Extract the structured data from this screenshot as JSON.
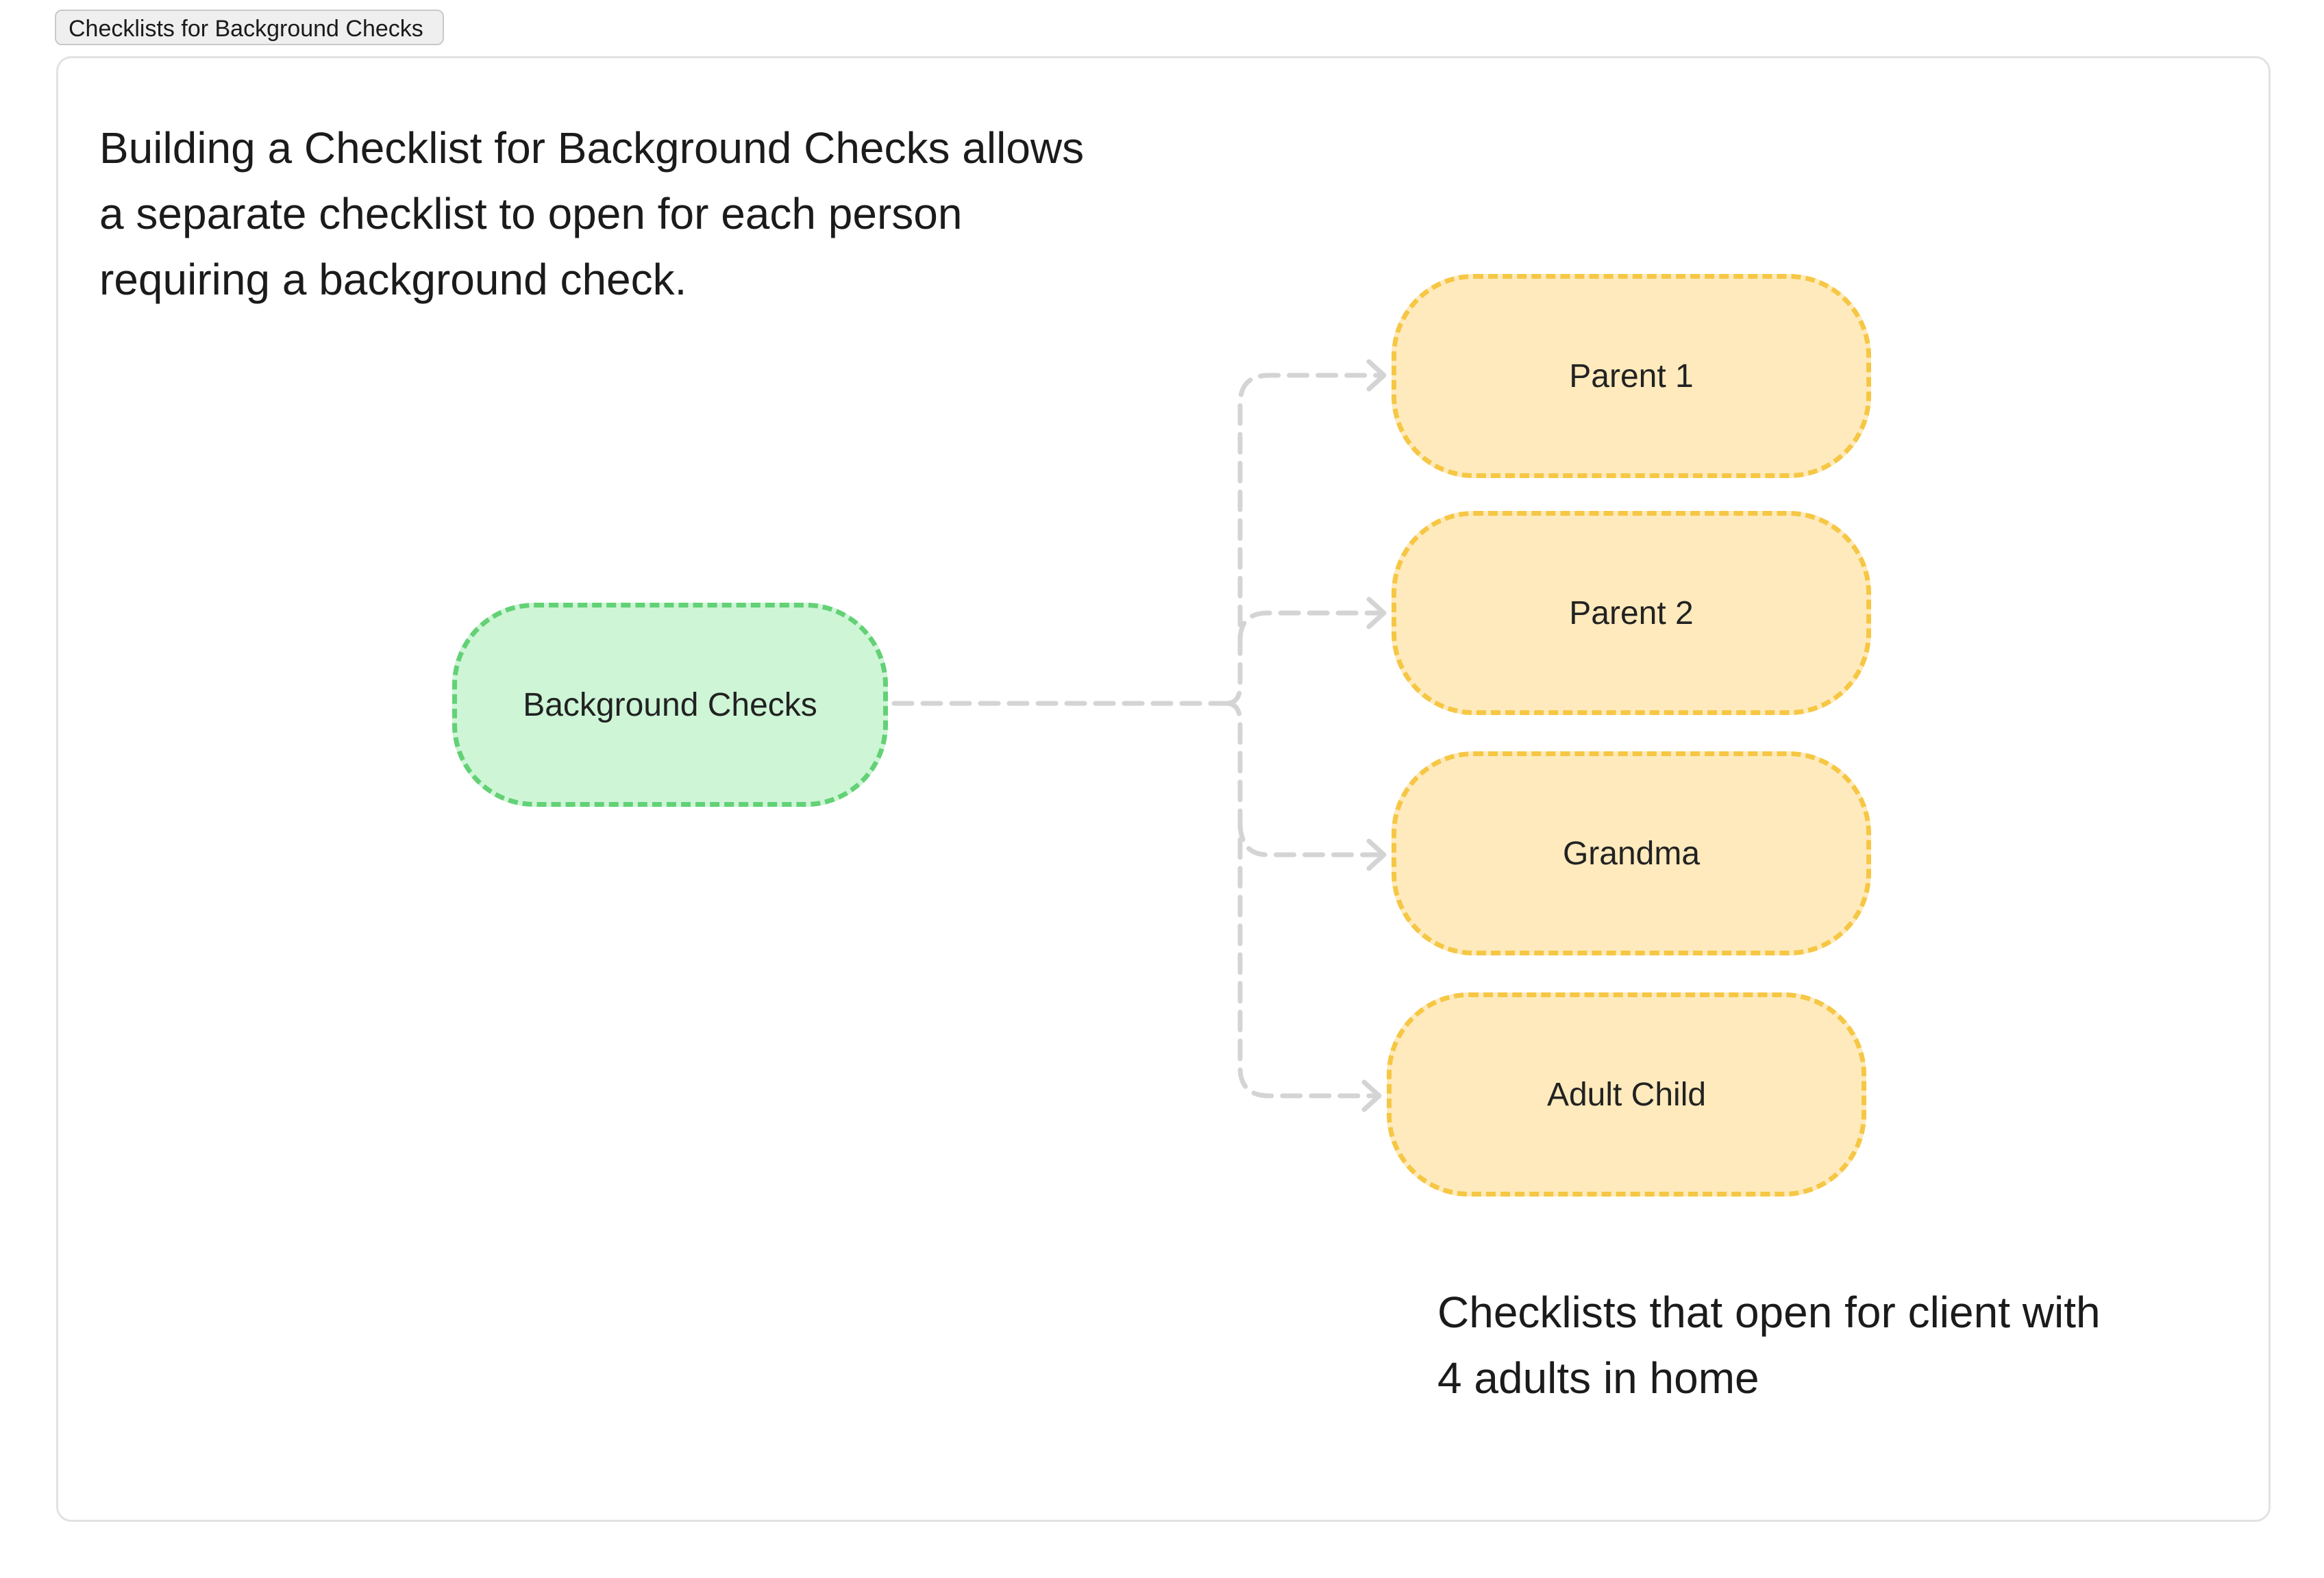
{
  "frame_label": "Checklists for Background Checks",
  "intro_text": "Building a Checklist for Background Checks allows a separate checklist to open for each person requiring a background check.",
  "root_node": {
    "label": "Background Checks"
  },
  "child_nodes": [
    {
      "label": "Parent 1"
    },
    {
      "label": "Parent 2"
    },
    {
      "label": "Grandma"
    },
    {
      "label": "Adult Child"
    }
  ],
  "caption_text": "Checklists that open for client with 4 adults in home",
  "colors": {
    "root_fill": "#cdf5d6",
    "root_border": "#63d175",
    "child_fill": "#feeabc",
    "child_border": "#f6c744",
    "connector": "#d4d4d4"
  }
}
